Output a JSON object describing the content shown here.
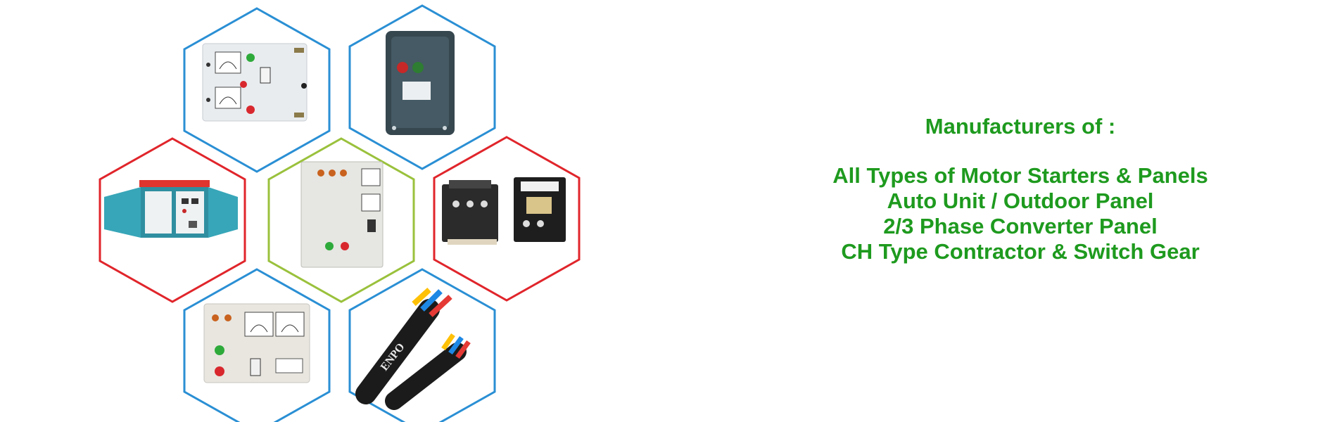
{
  "colors": {
    "blue": "#2a8fd4",
    "red": "#e0252b",
    "green": "#9ac13c",
    "text": "#1e9a1e"
  },
  "products": [
    {
      "name": "double-meter-starter-panel",
      "border": "blue"
    },
    {
      "name": "motor-starter-box",
      "border": "blue"
    },
    {
      "name": "outdoor-panel",
      "border": "red"
    },
    {
      "name": "auto-unit-panel",
      "border": "green"
    },
    {
      "name": "ch-type-contactors",
      "border": "red"
    },
    {
      "name": "meter-starter-panel",
      "border": "blue"
    },
    {
      "name": "enpo-flat-cables",
      "border": "blue"
    }
  ],
  "content": {
    "heading": "Manufacturers of :",
    "lines": [
      "All Types of Motor Starters & Panels",
      "Auto Unit / Outdoor Panel",
      "2/3 Phase Converter Panel",
      "CH Type Contractor & Switch Gear"
    ],
    "cable_brand": "ENPO"
  }
}
